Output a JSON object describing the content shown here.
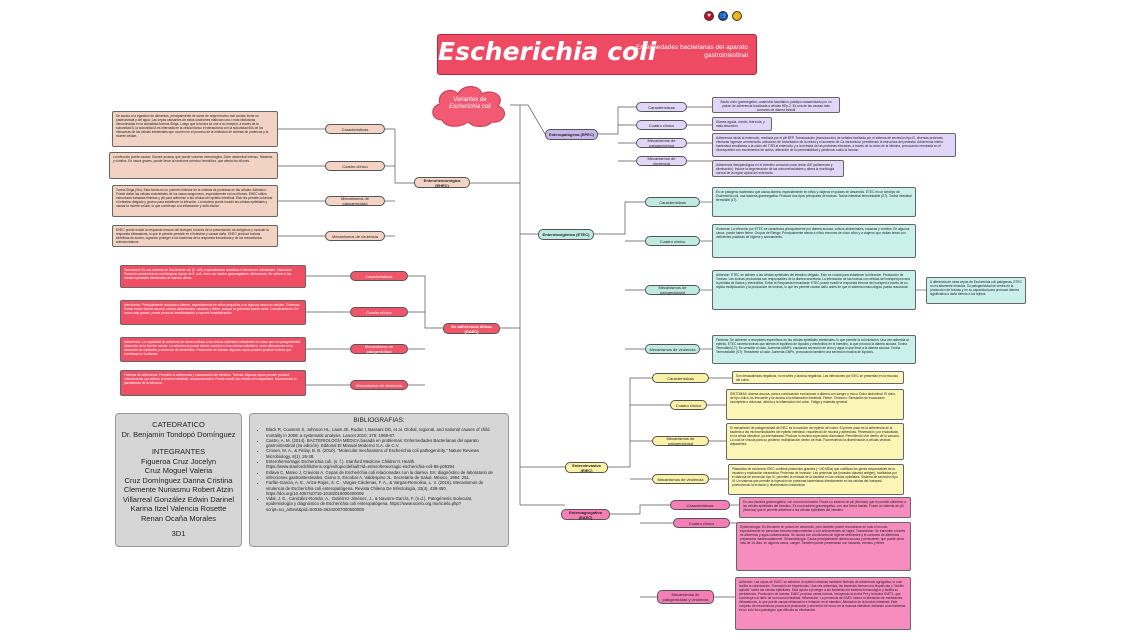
{
  "header": {
    "title": "Escherichia coli",
    "subtitle": "Enfermedades bacterianas del aparato gastrointestinal",
    "icons": [
      "heart-icon",
      "people-icon",
      "thumbs-up-icon"
    ]
  },
  "central": {
    "line1": "Variantes de",
    "line2": "Escherichia coli"
  },
  "epec": {
    "label": "Enteropatógena (EPEC)",
    "sub": [
      "Características",
      "Cuadro clínico",
      "Mecanismos de patogenicidad",
      "Mecanismos de virulencia"
    ],
    "text": [
      "Bacilo corto gramnegativo, anaerobio facultativo; patotipo caracterizado por un patrón de adherencia localizada a células HEp-2. Es una de las causas más comunes de diarrea infantil",
      "Diarrea aguda, vómito, febrícula, y mala absorción.",
      "Adherencia inicial al enterocito, mediada por el pili BFP. Translocación (transducción) de señales facilitada por el sistema de secreción tipo III, diversas proteínas efectoras ingresan al enterocito, activación de fosforilación de la célula y el aumento de Ca intracelular, permitiendo la estructura del pedestal. Adherencia íntima bacteriana simultánea a la unión del TIR3 al enterocito y a la entrada de las proteínas efectoras, a través de la unión de la intimina, provocando reentrada en el citoesqueleto con movimientos de actina, alteración de la permeabilidad y perdiendo sodio la función.",
      "Adherencia histopatológica en el intestino conocida como lesión A/E (adherencia y eliminación). Induce la degeneración de las microvellosidades y altera la morfología normal de la región apical del enterocito."
    ]
  },
  "ehec": {
    "label": "Enterohemorrágica (EHEC)",
    "sub": [
      "Características",
      "Cuadro clínico",
      "Mecanismos de patogenicidad",
      "Mecanismos de virulencia"
    ],
    "text": [
      "Se asocia a la ingestión de alimentos, principalmente de carne de origen bovino mal cocida; leche no pasteurizada y del agua. Las cepas causantes de estos síndromes elaboran una o más citotoxinas denominadas en la actualidad toxinas Shiga. Luego que la toxina se une a su receptor, a través de la subunidad B, la subunidad A es internada en la célula blanco e interacciona con la subunidad 60s de los ribosomas de las células intestinales que ocurren en el proceso de la inhibición de síntesis de proteínas y la muerte celular.",
      "La infección puede causar: Diarrea acuosa, que puede volverse hemorrágica. Dolor abdominal intenso. Náuseas y vómitos. En casos graves, puede llevar al síndrome urémico hemolítico, que afecta los riñones.",
      "Toxina Shiga (Stx): Esta toxina es un potente inhibidor de la síntesis de proteínas en las células. Adhesión: Puede dañar las células endoteliales de los vasos sanguíneos, especialmente en los riñones. EHEC utiliza estructuras llamadas fimbrias y pili para adherirse a las células del epitelio intestinal. Esto les permite colonizar el intestino delgado y grueso para establecer la infección. La bacteria puede invadir las células epiteliales y causar la muerte celular, lo que contribuye a la inflamación y daño tisular.",
      "EHEC puede evadir la respuesta inmune del huésped a través de la presentación de antígenos y modular la respuesta inflamatoria, lo que le permite persistir en el intestino y causar daño. EHEC produce toxinas sintéticas de acción, logrando proteger a los bacterias de la respuesta inmunitaria y de los mecanismos antimicrobianos."
    ]
  },
  "etec": {
    "label": "Enterotoxigénica (ETEC)",
    "sub": [
      "Características",
      "Cuadro clínico",
      "Mecanismos de patogenicidad",
      "Mecanismos de virulencia"
    ],
    "text": [
      "Es un patógeno bacteriano que causa diarrea, especialmente en niños y viajeros en países en desarrollo. ETEC es un serotipo de Escherichia coli, una bacteria gramnegativa. Produce dos tipos principales de toxinas: Toxina intestinal termoestable (ST). Toxina intestinal termolábil (LT).",
      "Síntomas: La infección por ETEC se caracteriza principalmente por diarrea acuosa, cólicos abdominales, náuseas y vómitos. En algunos casos, puede haber fiebre. Grupos de Riesgo: Principalmente afecta a niños menores de cinco años y a viajeros que visitan áreas con deficientes prácticas de higiene y saneamiento.",
      "Adhesión: ETEC se adhiere a las células epiteliales del intestino delgado. Esto es crucial para establecer la infección. Producción de Toxinas: Las toxinas producidas son responsables de la diarrea secretoria. La interacción de las toxinas con células del huésped provoca la pérdida de fluidos y electrolitos. Evitar la Respuesta Inmunitaria: ETEC puede evadir la respuesta inmune del huésped a través de su rápida multiplicación y la producción de toxinas, lo que les permite causar daño antes de que el sistema inmunológico pueda reaccionar.",
      "Fimbrias: Se adhieren a receptores específicos en las células epiteliales intestinales, lo que permite la colonización. Una vez adherida al epitelio, ETEC secreta toxinas que alteran el equilibrio de líquidos y electrolitos en el intestino, lo que provoca la diarrea acuosa. Toxina Termolábil (LT): Es sensible al calor. Aumenta cAMPc, causando secreción de cloro y agua lo que lleva a la diarrea acuosa. Toxina Termoestable (ST): Resistente al calor. Aumenta GMPc, provocando también una secreción masiva de líquidos."
    ],
    "side": "A diferencia de otras cepas de Escherichia coli patógenas, ETEC no es altamente invasiva. Su patogenicidad se centra en la producción de toxinas y en su capacidad para provocar diarrea significativa o daño directo a los tejidos."
  },
  "daec": {
    "label": "De adherencia difusa (DAEC)",
    "sub": [
      "Características",
      "Cuadro clínico",
      "Mecanismos de patogenicidad",
      "Mecanismos de virulencia"
    ],
    "text": [
      "Taxonomía: Es una variante de Escherichia coli (E. coli), especialmente asociada a infecciones intestinales. Estructura: Presenta características morfológicas típicas de E. coli, como ser bacilos gramnegativos. Adherencia: Se adhiere a las células epiteliales intestinales de manera difusa.",
      "Infecciones: Principalmente asociada a diarrea, especialmente en niños pequeños y en algunos casos en adultos. Síntomas: Puede incluir diarrea acuosa, cólicos abdominales, náuseas y fiebre, aunque la gravedad puede variar. Complicaciones: En casos más graves, puede provocar deshidratación y requerir hospitalización.",
      "Adherencia: La capacidad de adherirse de manera difusa a las células epiteliales intestinales es clave para su patogenicidad. Alteración de la función celular: La adherencia puede inducir cambios en las células epiteliales, como alteraciones en la absorción de nutrientes y secreción de electrolitos. Producción de toxinas: Algunas cepas pueden producir toxinas que contribuyen a la diarrea.",
      "Fimbrias de adherencia: Permiten la adherencia y colonización del intestino. Toxinas: Algunas cepas pueden producir enterotoxinas que alteran la función intestinal. Invasión/evasión: Puede invadir las células del hospedador, favoreciendo la persistencia de la infección."
    ]
  },
  "eiec": {
    "label": "Enteroinvasiva (EIEC)",
    "sub": [
      "Características",
      "Cuadro clínico",
      "Mecanismos de patogenicidad",
      "Mecanismos de virulencia"
    ],
    "text": [
      "Son desacalinizas negativas, no móviles y lactosa negativas. Las infecciones por EIEC se presentan en la mucosa del colon.",
      "SINTOMAS: diarrea acuosa, para a continuación evolucionar a diarrea con sangre y moco. Dolor abdominal: El dolor, de tipo cólico, es frecuente y se asocia a la inflamación intestinal. Fiebre. Tenesmo: Sensación de evacuación incompleta o dolorosa, debido a la inflamación del colon. Fatiga y malestar general.",
      "El mecanismo de patogenicidad de EIEC es la invasión del epitelio del colon: El primer paso es la adherencia de la bacteria a las microvellosidades del epitelio intestinal, requiriendo de mucina y adhesinas. Penetración, por endocitosis en la célula intestinal, ya internalizada. Produce la enzima superoxido dismutasa. Permitiendo vivir dentro de la vacuola. Lo cual se vincula para su posterior multiplicación dentro de ésta. Favoreciendo la diseminación a células vecinas adyacentes.",
      "Plásmidos de virulencia: EIEC contiene plásmidos grandes (~140 MDa) que codifican los genes responsables de la invasión y replicación intracelular. Proteínas de invasión: Las proteínas Ipa (invasion plasmid antigen), facilitadas por el sistema de secreción tipo III, permiten la entrada de la bacteria en las células epiteliales. Sistema de secreción tipo III: Un sistema que permite la inyección de proteínas bacterianas directamente en las células del huésped, promoviendo la invasión y diseminación intracelular."
    ]
  },
  "eaec": {
    "label": "Enteroagregativa (EAEC)",
    "sub": [
      "Características",
      "Cuadro clínico",
      "Mecanismos de patogenicidad y virulencia"
    ],
    "text": [
      "Es una bacteria gramnegativa, con una forma bacilar. Posee un sistema de pili (fimbrias) que le permite adherirse a las células epiteliales del intestino. Es una bacteria gramnegativa, con una forma bacilar. Posee un sistema de pili (fimbrias) que le permite adherirse a las células epiteliales del intestino.",
      "Epidemiología: Es frecuente en países en desarrollo, pero también puede encontrarse en todo el mundo, especialmente en personas inmunocomprometidas o con antecedentes de viajes. Transmisión: Se transmite a través de alimentos y agua contaminados. Se asocia con condiciones de higiene deficientes y el consumo de alimentos preparados inadecuadamente. Sintomatología: Causa principalmente diarrea acuosa y persistente, que puede durar más de 14 días, en algunos casos, sangre. También puede presentarse con náuseas, vómitos y fiebre.",
      "Adhesión: Las cepas de EAEC se adhieren al epitelio intestinal mediante fimbrias de adherencia agregativa, lo cual facilita la colonización. Formación de biopelículas: Una vez adheridas, las bacterias forman una biopelícula o \"ladrillo apilado\" sobre las células epiteliales. Esto ayuda a proteger a las bacterias del sistema inmunológico y facilita su persistencia. Producción de toxinas: EAEC produce varias toxinas, incluyendo la toxina Pet y la toxina ShET1, que contribuyen al daño de la mucosa intestinal. Inflamación: La presencia de EAEC induce la liberación de mediadores inflamatorios, lo que puede causar inflamación e irritación en el intestino. Alteración de la función intestinal: Este conjunto de mecanismos provoca la producción y secreción de moco en la mucosa intestinal, dañando a las bacterias en un solo foco patológico que dificulta su eliminación."
    ]
  },
  "credits": {
    "teacher_title": "CATEDRATICO",
    "teacher": "Dr. Benjamin Tondopó Domínguez",
    "members_title": "INTEGRANTES",
    "members": [
      "Figueroa Cruz Jocelyn",
      "Cruz Moguel Valeria",
      "Cruz Domínguez Danna Cristina",
      "Clemente Nuriasmu Robert Atzin",
      "Villarreal González Edwin Darinel",
      "Karina Itzel Valencia Rosette",
      "Renan Ocaña Morales"
    ],
    "group": "3D1"
  },
  "bibliography": {
    "title": "BIBLIOGRAFIAS:",
    "refs": [
      "Black R, Cousens S, Johnson HL, Lawn JE, Rudan I, Bassani DG, et al. Global, regional, and national causes of child mortality in 2008: a systematic analysis. Lancet 2010; 375: 1969-87.",
      "Castro, A. M. (2014). BACTERIOLOGÍA MÉDICA basada en problemas: Enfermedades Bacterianas del aparato gastrointestinal (2a edición). Editorial El Manual Moderno S.A. de C.V.",
      "Croxen, M. A., & Finlay, B. B. (2010). \"Molecular mechanisms of Escherichia coli pathogenicity.\" Nature Reviews Microbiology, 8(1), 26-38.",
      "Enterohemorragic Escherichia coli. (s. f.). Stanford Medicine Children's Health. https://www.stanfordchildrens.org/es/topic/default?id=enterohemorragic-escherichia-coli-85-p09394",
      "Eslava C, Mateo J, Cravioto A. Cepas de Escherichia coli relacionadas con la diarrea. En: diagnóstico de laboratorio de infecciones gastrointestinales. Giono S, Escobar A, Valdespino JL. Secretaría de Salud. México, 1994: 251.",
      "Farfán-García, A. E., Ariza-Rojas, S. C., Vargas-Cárdenas, F. A., & Vargas-Remolina, L. V. (2016). Mecanismos de virulencia de Escherichia coli enteropatógena. Revista Chilena De Infectología, 33(4), 438-450. https://doi.org/10.4067/s0716-10182016000400009",
      "Vidal, J. E., Canizález-Román, A., Gutiérrez-Jiménez, J., & Navarro-García, F. (n.d.). Patogénesis molecular, epidemiología y diagnóstico de Escherichia coli enteropatógena. https://www.scielo.org.mx/scielo.php?script=sci_arttext&pid=S0036-36342007000500008"
    ]
  },
  "colors": {
    "title_bg": "#ee4a63",
    "epec": "#c9b8ec",
    "ehec": "#f3d3c4",
    "etec": "#bfeae2",
    "daec": "#f0566a",
    "eiec": "#f8f1a6",
    "eaec": "#f57eb6",
    "credits_bg": "#d6d6d6"
  }
}
